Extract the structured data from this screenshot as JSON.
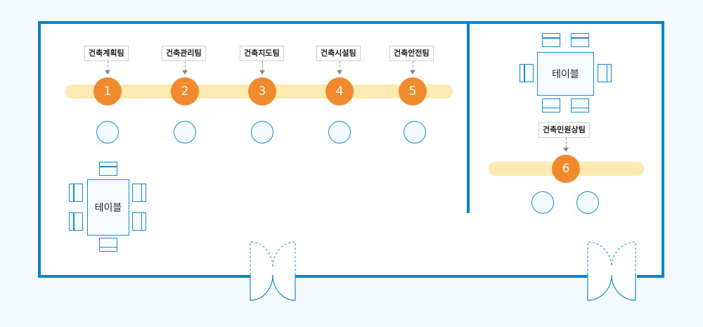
{
  "left_room": {
    "teams": [
      {
        "number": "1",
        "name": "건축계획팀"
      },
      {
        "number": "2",
        "name": "건축관리팀"
      },
      {
        "number": "3",
        "name": "건축지도팀"
      },
      {
        "number": "4",
        "name": "건축시설팀"
      },
      {
        "number": "5",
        "name": "건축안전팀"
      }
    ],
    "table_label": "테이블"
  },
  "right_room": {
    "team": {
      "number": "6",
      "name": "건축민원상팀"
    },
    "table_label": "테이블"
  },
  "colors": {
    "wall": "#0a84c9",
    "counter_band": "#fdeab0",
    "team_marker": "#f08a2f",
    "seat_outline": "#1a8bc9"
  }
}
